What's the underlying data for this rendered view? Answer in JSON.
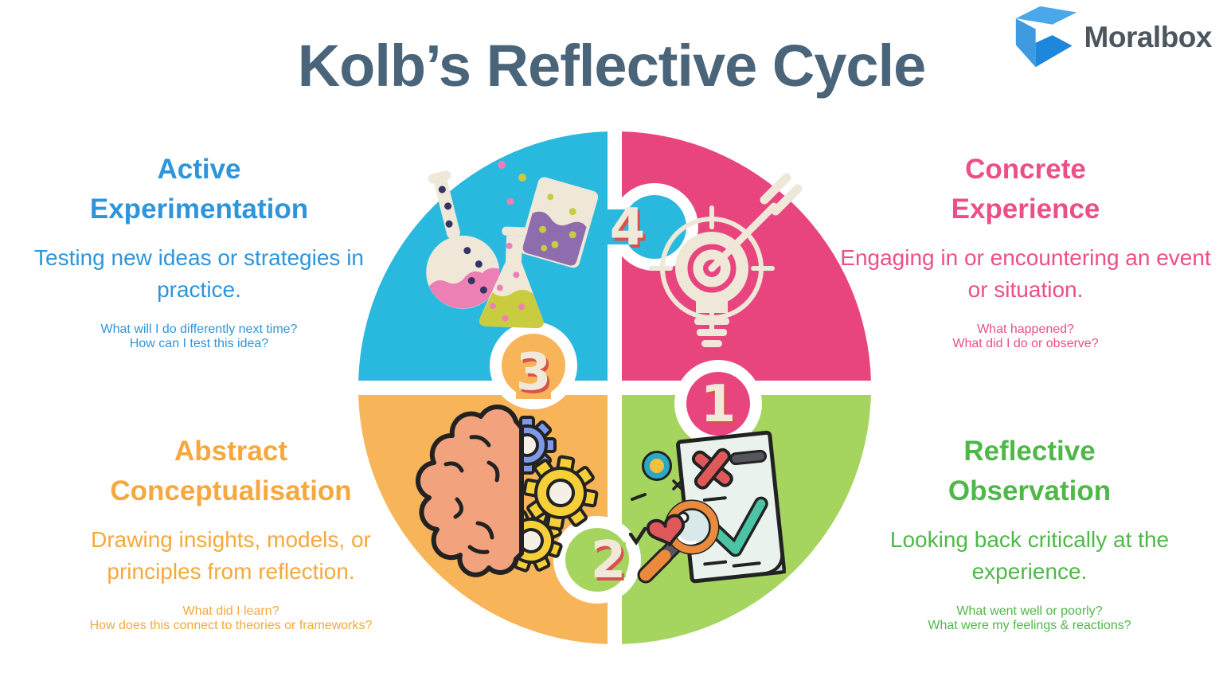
{
  "header": {
    "title": "Kolb’s Reflective Cycle",
    "title_color": "#4A6479"
  },
  "logo": {
    "brand": "Moralbox",
    "text_color": "#4D565E",
    "box_colors": {
      "top": "#4AA7E9",
      "left": "#3E9BDF",
      "bottom": "#1E86DB"
    }
  },
  "diagram": {
    "type": "four-quadrant puzzle cycle",
    "gap_color": "#ffffff",
    "number_color": "#F0E9DA",
    "number_shadow_color": "#D8534E"
  },
  "stages": [
    {
      "number": "1",
      "name": "Concrete Experience",
      "name_lines": [
        "Concrete",
        "Experience"
      ],
      "quadrant": "top-right",
      "color": "#E8457F",
      "heading_color": "#ED4E87",
      "description": "Engaging in or encountering an event or situation.",
      "prompts": [
        "What happened?",
        "What did I do or observe?"
      ],
      "icon": "lightbulb-target-icon"
    },
    {
      "number": "2",
      "name": "Reflective Observation",
      "name_lines": [
        "Reflective",
        "Observation"
      ],
      "quadrant": "bottom-right",
      "color": "#A6D55F",
      "heading_color": "#4FB848",
      "description": "Looking back critically at the experience.",
      "prompts": [
        "What went well or poorly?",
        "What were my feelings & reactions?"
      ],
      "icon": "checklist-magnifier-icon"
    },
    {
      "number": "3",
      "name": "Abstract Conceptualisation",
      "name_lines": [
        "Abstract",
        "Conceptualisation"
      ],
      "quadrant": "bottom-left",
      "color": "#F8B458",
      "heading_color": "#F6A83D",
      "description": "Drawing insights, models, or principles from reflection.",
      "prompts": [
        "What did I learn?",
        "How does this connect to theories or frameworks?"
      ],
      "icon": "brain-gears-icon"
    },
    {
      "number": "4",
      "name": "Active Experimentation",
      "name_lines": [
        "Active",
        "Experimentation"
      ],
      "quadrant": "top-left",
      "color": "#29B9DE",
      "heading_color": "#2D95DB",
      "description": "Testing new ideas or strategies in practice.",
      "prompts": [
        "What will I do differently next time?",
        "How can I test this idea?"
      ],
      "icon": "science-flasks-icon"
    }
  ]
}
